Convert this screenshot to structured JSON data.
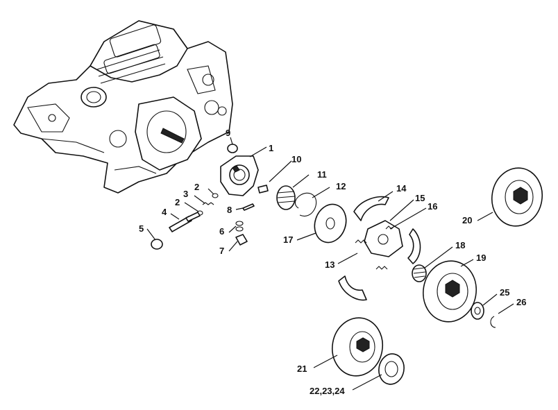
{
  "labels": {
    "l1": "1",
    "l2a": "2",
    "l2b": "2",
    "l3": "3",
    "l4": "4",
    "l5": "5",
    "l6": "6",
    "l7": "7",
    "l8": "8",
    "l9": "9",
    "l10": "10",
    "l11": "11",
    "l12": "12",
    "l13": "13",
    "l14": "14",
    "l15": "15",
    "l16": "16",
    "l17": "17",
    "l18": "18",
    "l19": "19",
    "l20": "20",
    "l21": "21",
    "l22_24": "22,23,24",
    "l25": "25",
    "l26": "26"
  }
}
